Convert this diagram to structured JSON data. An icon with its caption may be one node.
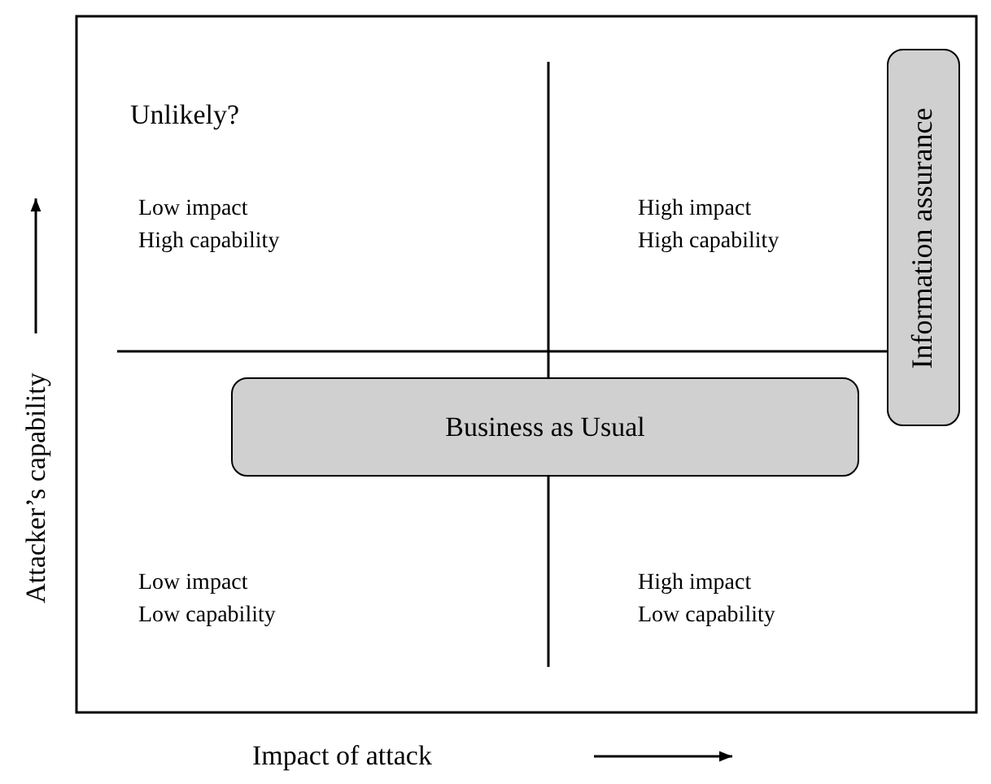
{
  "diagram": {
    "nodes": [
      {
        "text": [
          "Business as Usual"
        ]
      },
      {
        "text": [
          "Information assurance"
        ]
      }
    ],
    "labels": [
      "Unlikely?",
      "Low impact",
      "High capability",
      "High impact",
      "High capability",
      "Attacker’s capability",
      "Low impact",
      "Low capability",
      "High impact",
      "Low capability",
      "Impact of attack"
    ]
  }
}
